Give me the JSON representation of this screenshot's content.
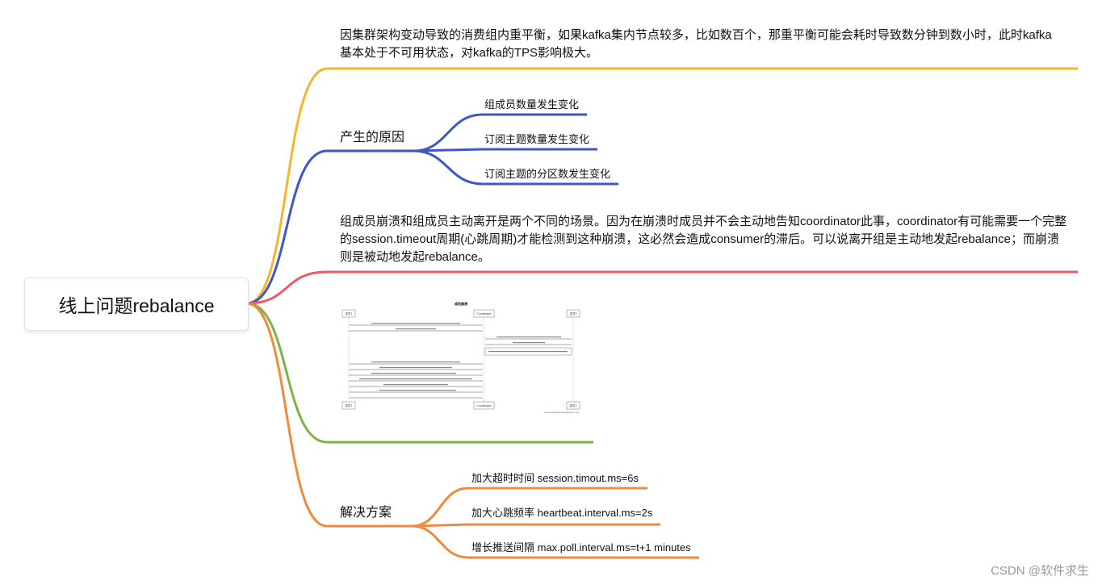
{
  "root": {
    "title": "线上问题rebalance"
  },
  "branches": {
    "description": {
      "text": "因集群架构变动导致的消费组内重平衡，如果kafka集内节点较多，比如数百个，那重平衡可能会耗时导致数分钟到数小时，此时kafka基本处于不可用状态，对kafka的TPS影响极大。",
      "color": "#f5b52e"
    },
    "causes": {
      "title": "产生的原因",
      "color": "#3d57c4",
      "items": [
        "组成员数量发生变化",
        "订阅主题数量发生变化",
        "订阅主题的分区数发生变化"
      ]
    },
    "crash_vs_leave": {
      "text": "组成员崩溃和组成员主动离开是两个不同的场景。因为在崩溃时成员并不会主动地告知coordinator此事，coordinator有可能需要一个完整的session.timeout周期(心跳周期)才能检测到这种崩溃，这必然会造成consumer的滞后。可以说离开组是主动地发起rebalance；而崩溃则是被动地发起rebalance。",
      "color": "#ea5a6a"
    },
    "image": {
      "color": "#7cb342",
      "diagram": {
        "title": "成员崩溃",
        "participant_left": "成员1",
        "participant_mid": "Coordinator",
        "participant_right": "成员2",
        "footer": "www.websequencediagrams.com"
      }
    },
    "solutions": {
      "title": "解决方案",
      "color": "#f08a3c",
      "items": [
        "加大超时时间 session.timout.ms=6s",
        "加大心跳频率 heartbeat.interval.ms=2s",
        "增长推送间隔 max.poll.interval.ms=t+1 minutes"
      ]
    }
  },
  "watermark": "CSDN @软件求生"
}
